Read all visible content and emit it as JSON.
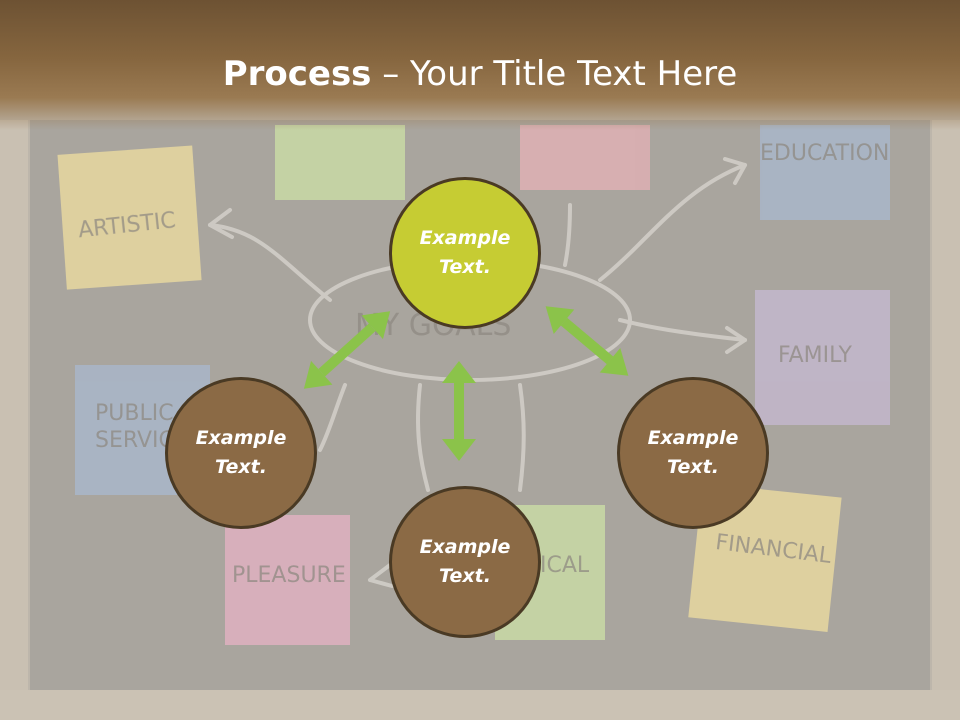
{
  "title": {
    "bold": "Process",
    "rest": " – Your Title Text Here"
  },
  "nodes": [
    {
      "text": "Example Text.",
      "color": "green"
    },
    {
      "text": "Example Text.",
      "color": "brown"
    },
    {
      "text": "Example Text.",
      "color": "brown"
    },
    {
      "text": "Example Text.",
      "color": "brown"
    }
  ],
  "background_notes": [
    "ARTISTIC",
    "FAMILY",
    "PUBLIC SERVICE",
    "PLEASURE",
    "FINANCIAL",
    "PHYSICAL",
    "EDUCATION",
    "MY GOALS"
  ],
  "colors": {
    "title_band": "#7a5b37",
    "brown_node": "#8b6a45",
    "green_node": "#c6cc33",
    "arrow": "#8bc34a"
  }
}
